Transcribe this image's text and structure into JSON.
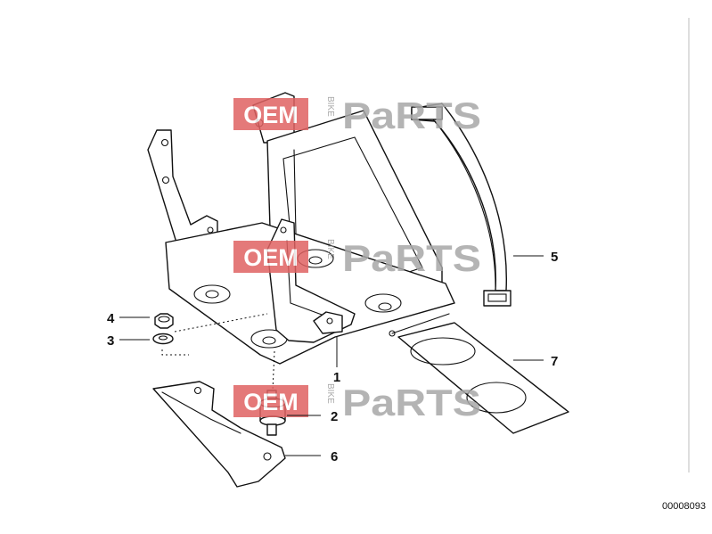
{
  "document_number": "00008093",
  "callouts": [
    "1",
    "2",
    "3",
    "4",
    "5",
    "6",
    "7"
  ],
  "watermark": {
    "left_text": "OEM",
    "vertical_text": "BIKE",
    "right_text": "PaRTS",
    "colors": {
      "red_block": "#e06262",
      "gray_text": "#9a9a9a",
      "accent": "#d04848"
    }
  }
}
